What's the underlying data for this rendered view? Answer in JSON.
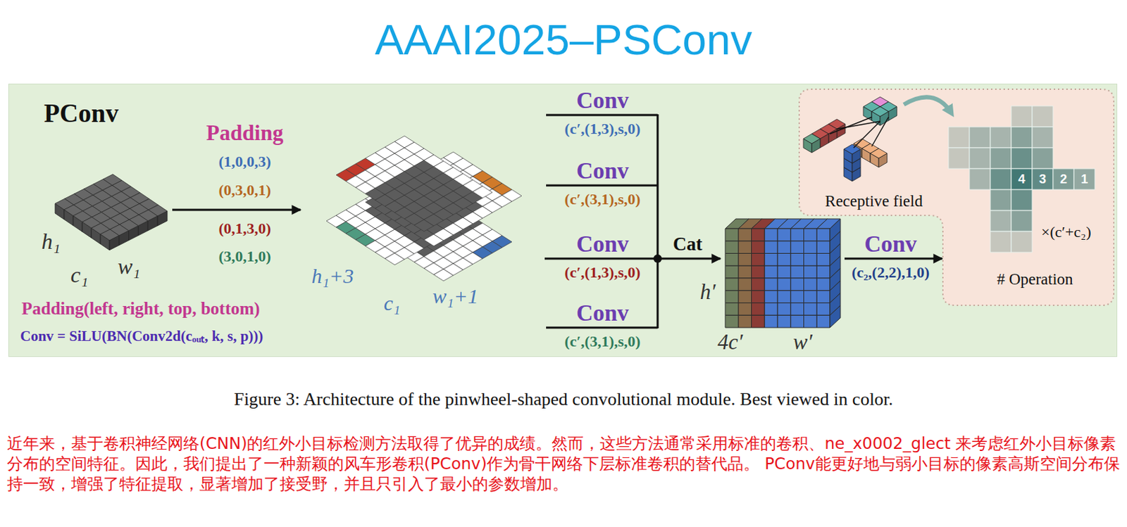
{
  "diagram": {
    "title": "AAAI2025–PSConv",
    "caption": "Figure 3: Architecture of the pinwheel-shaped convolutional module. Best viewed in color.",
    "nodes": [
      {
        "text": [
          "PConv"
        ]
      },
      {
        "text": [
          "h₁",
          "w₁",
          "c₁"
        ],
        "in": 0
      },
      {
        "text": [
          "h₁+3",
          "w₁+1",
          "c₁"
        ],
        "in": 0
      },
      {
        "text": [
          "h′",
          "4c′",
          "w′"
        ],
        "in": 0
      },
      {
        "text": [
          "Receptive field",
          "×(c′+c₂)",
          "# Operation"
        ],
        "in": 0
      }
    ],
    "edges": [
      {
        "from": 1,
        "to": 2,
        "arrow": "to",
        "label": "Padding"
      },
      {
        "from": 2,
        "to": 3,
        "arrow": "to",
        "label": "Cat"
      },
      {
        "from": 3,
        "to": 4,
        "arrow": "to",
        "label": "Conv"
      }
    ],
    "labels": [
      "(1,0,0,3)",
      "(0,3,0,1)",
      "(0,1,3,0)",
      "(3,0,1,0)",
      "Padding(left, right, top, bottom)",
      "Conv = SiLU(BN(Conv2d(cₒᵤₜ, k, s, p)))",
      "Conv",
      "(c′,(1,3),s,0)",
      "Conv",
      "(c′,(3,1),s,0)",
      "Conv",
      "(c′,(1,3),s,0)",
      "Conv",
      "(c′,(3,1),s,0)",
      "(c₂,(2,2),1,0)",
      "4",
      "3",
      "2",
      "1",
      "近年来，基于卷积神经网络(CNN)的红外小目标检测方法取得了优异的成绩。然而，这些方法通常采用标准的卷积、ne_x0002_glect 来考虑红外小目标像素分布的空间特征。因此，我们提出了一种新颖的风车形卷积(PConv)作为骨干网络下层标准卷积的替代品。 PConv能更好地与弱小目标的像素高斯空间分布保持一致，增强了特征提取，显著增加了接受野，并且只引入了最小的参数增加。"
    ]
  }
}
